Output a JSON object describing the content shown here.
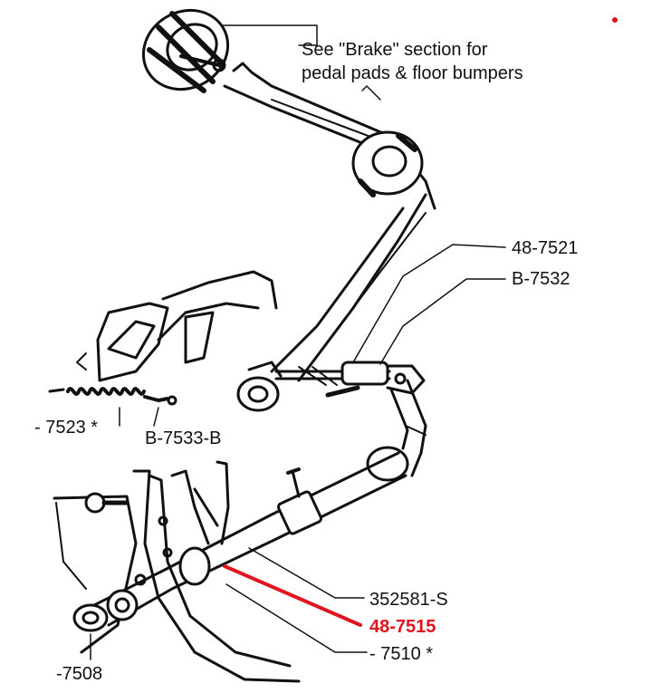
{
  "note": {
    "line1": "See \"Brake\" section for",
    "line2": "pedal pads & floor bumpers"
  },
  "parts": [
    {
      "id": "48-7521"
    },
    {
      "id": "B-7532"
    },
    {
      "id": "- 7523 *"
    },
    {
      "id": "B-7533-B"
    },
    {
      "id": "352581-S"
    },
    {
      "id": "48-7515"
    },
    {
      "id": "- 7510 *"
    },
    {
      "id": "-7508"
    }
  ],
  "colors": {
    "highlight": "#e0141e",
    "ink": "#111111"
  }
}
